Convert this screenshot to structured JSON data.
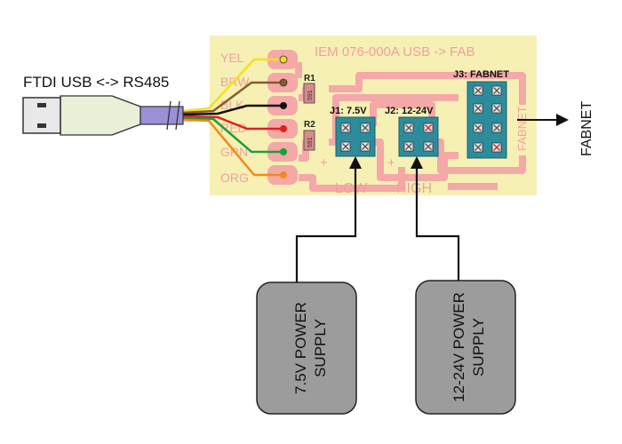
{
  "usb": {
    "label": "FTDI USB <-> RS485"
  },
  "board": {
    "title": "IEM 076-000A  USB -> FAB",
    "pads": [
      "YEL",
      "BRW",
      "BLK",
      "RED",
      "GRN",
      "ORG"
    ],
    "r1": "R1",
    "r2": "R2",
    "r1_value": "591",
    "r2_value": "591",
    "j1": "J1: 7.5V",
    "j2": "J2: 12-24V",
    "j3": "J3: FABNET",
    "fabnet_silk": "FABNET",
    "low": "LOW",
    "high": "HIGH",
    "plus": "+"
  },
  "output": {
    "label": "FABNET"
  },
  "supplies": [
    {
      "line1": "7.5V POWER",
      "line2": "SUPPLY"
    },
    {
      "line1": "12-24V POWER",
      "line2": "SUPPLY"
    }
  ],
  "colors": {
    "board": "#f7f0b4",
    "trace": "#f4a8a8",
    "silk": "#f0a0a0",
    "supply": "#9c9c9c",
    "header": "#2b8c9c",
    "cable": "#9b8fd8",
    "usb_body": "#e8f0d8"
  }
}
